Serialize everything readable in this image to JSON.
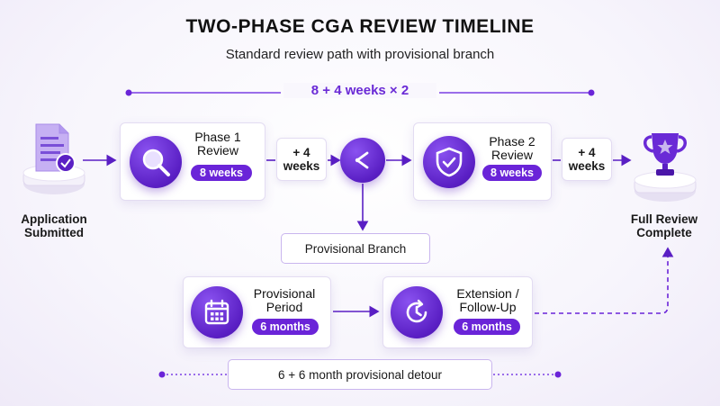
{
  "header": {
    "title": "TWO-PHASE CGA REVIEW TIMELINE",
    "subtitle": "Standard review path with provisional branch"
  },
  "main_path": {
    "span_label": "8 + 4 weeks × 2",
    "start": {
      "label": "Application Submitted",
      "icon": "document-check-icon"
    },
    "phase1": {
      "title": "Phase 1 Review",
      "duration": "8 weeks",
      "icon": "magnifier-icon"
    },
    "gap1": "+ 4 weeks",
    "decision": {
      "icon": "branch-icon"
    },
    "phase2": {
      "title": "Phase 2 Review",
      "duration": "8 weeks",
      "icon": "shield-check-icon"
    },
    "gap2": "+ 4 weeks",
    "end": {
      "label": "Full Review Complete",
      "icon": "trophy-icon"
    }
  },
  "provisional": {
    "branch_label": "Provisional Branch",
    "period": {
      "title": "Provisional Period",
      "duration": "6 months",
      "icon": "calendar-icon"
    },
    "extension": {
      "title": "Extension / Follow-Up",
      "duration": "6 months",
      "icon": "clock-refresh-icon"
    },
    "span_label": "6 + 6 month provisional detour"
  },
  "colors": {
    "accent": "#6a24d8",
    "accent_light": "#c9b5ee",
    "text": "#111111"
  }
}
